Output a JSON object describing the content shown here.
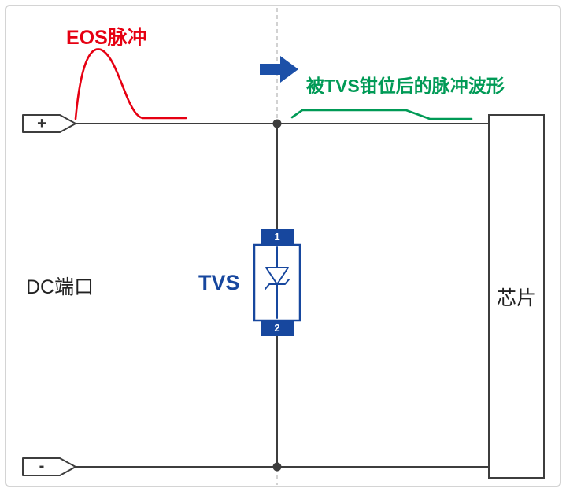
{
  "labels": {
    "eos_pulse": "EOS脉冲",
    "clamped": "被TVS钳位后的脉冲波形",
    "dc_port": "DC端口",
    "tvs": "TVS",
    "chip": "芯片",
    "plus": "+",
    "minus": "-",
    "pin1": "1",
    "pin2": "2"
  },
  "colors": {
    "eos_red": "#e60012",
    "clamp_green": "#009a56",
    "component_blue": "#17479e",
    "wire": "#3d3d3d",
    "frame_border": "#d4d4d4",
    "dashed_line": "#c4c4c4"
  }
}
